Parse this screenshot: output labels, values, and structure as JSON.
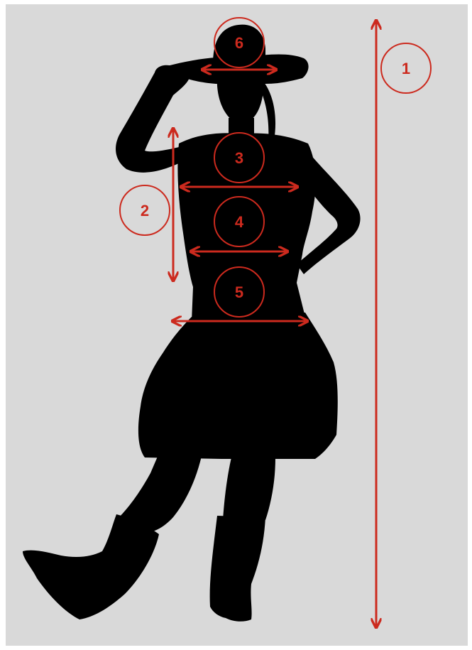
{
  "colors": {
    "background": "#d9d9d9",
    "silhouette": "#000000",
    "accent": "#cc2a1e"
  },
  "markers": [
    {
      "id": "1",
      "label": "1"
    },
    {
      "id": "2",
      "label": "2"
    },
    {
      "id": "3",
      "label": "3"
    },
    {
      "id": "4",
      "label": "4"
    },
    {
      "id": "5",
      "label": "5"
    },
    {
      "id": "6",
      "label": "6"
    }
  ]
}
